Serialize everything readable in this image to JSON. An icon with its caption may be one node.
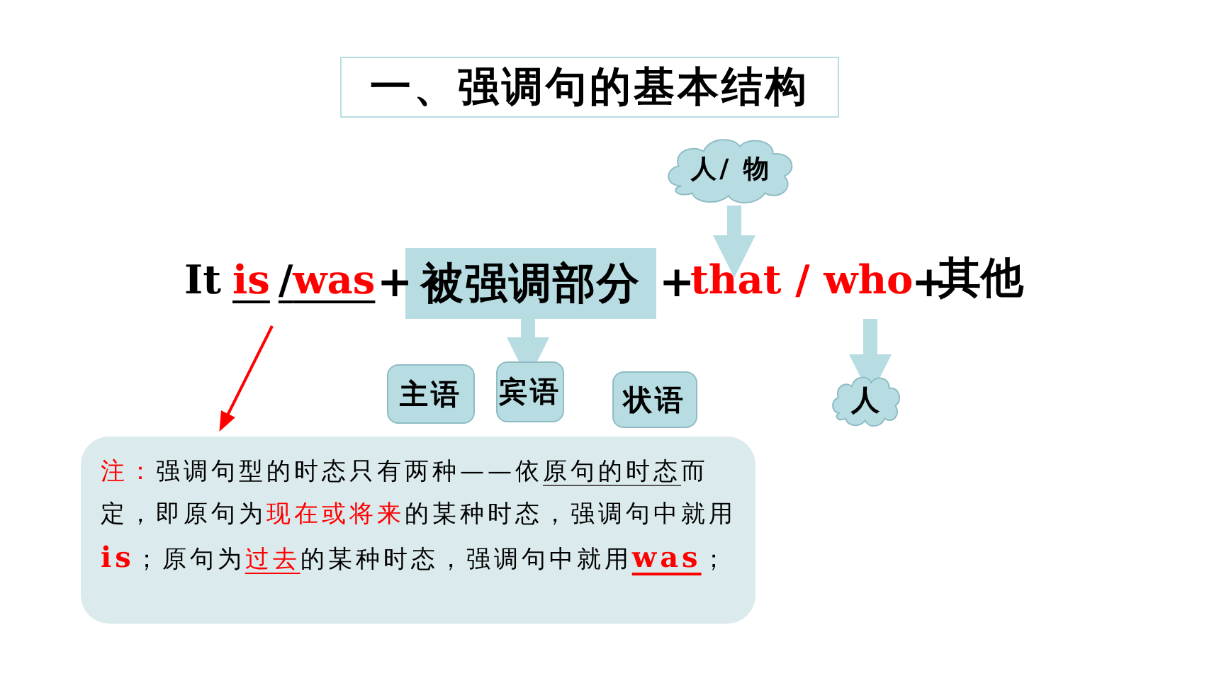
{
  "diagram": {
    "title": "一、强调句的基本结构",
    "nodes": [
      {
        "text": [
          "It",
          "is",
          "/",
          "was"
        ]
      },
      {
        "text": [
          "被强调部分"
        ]
      },
      {
        "text": [
          "that / who"
        ]
      },
      {
        "text": [
          "人/ 物"
        ]
      },
      {
        "text": [
          "主语"
        ]
      },
      {
        "text": [
          "宾语"
        ]
      },
      {
        "text": [
          "状语"
        ]
      },
      {
        "text": [
          "人"
        ]
      },
      {
        "text": [
          "注：",
          "强调句型的时态只有两种——依",
          "原句的时态",
          "而定，即原句为",
          "现在或将来",
          "的某种时态，强调句中就用",
          "is",
          "；原句为",
          "过去",
          "的某种时态，强调句中就用",
          "was",
          "；"
        ]
      }
    ],
    "edges": [
      {
        "from": 0,
        "to": 8,
        "arrow": "to",
        "color": "#ff0000"
      },
      {
        "from": 1,
        "to": 5,
        "arrow": "to"
      },
      {
        "from": 3,
        "to": 2,
        "arrow": "to"
      },
      {
        "from": 2,
        "to": 7,
        "arrow": "to"
      }
    ],
    "labels": [
      "+",
      "+",
      "+",
      "其他"
    ]
  }
}
